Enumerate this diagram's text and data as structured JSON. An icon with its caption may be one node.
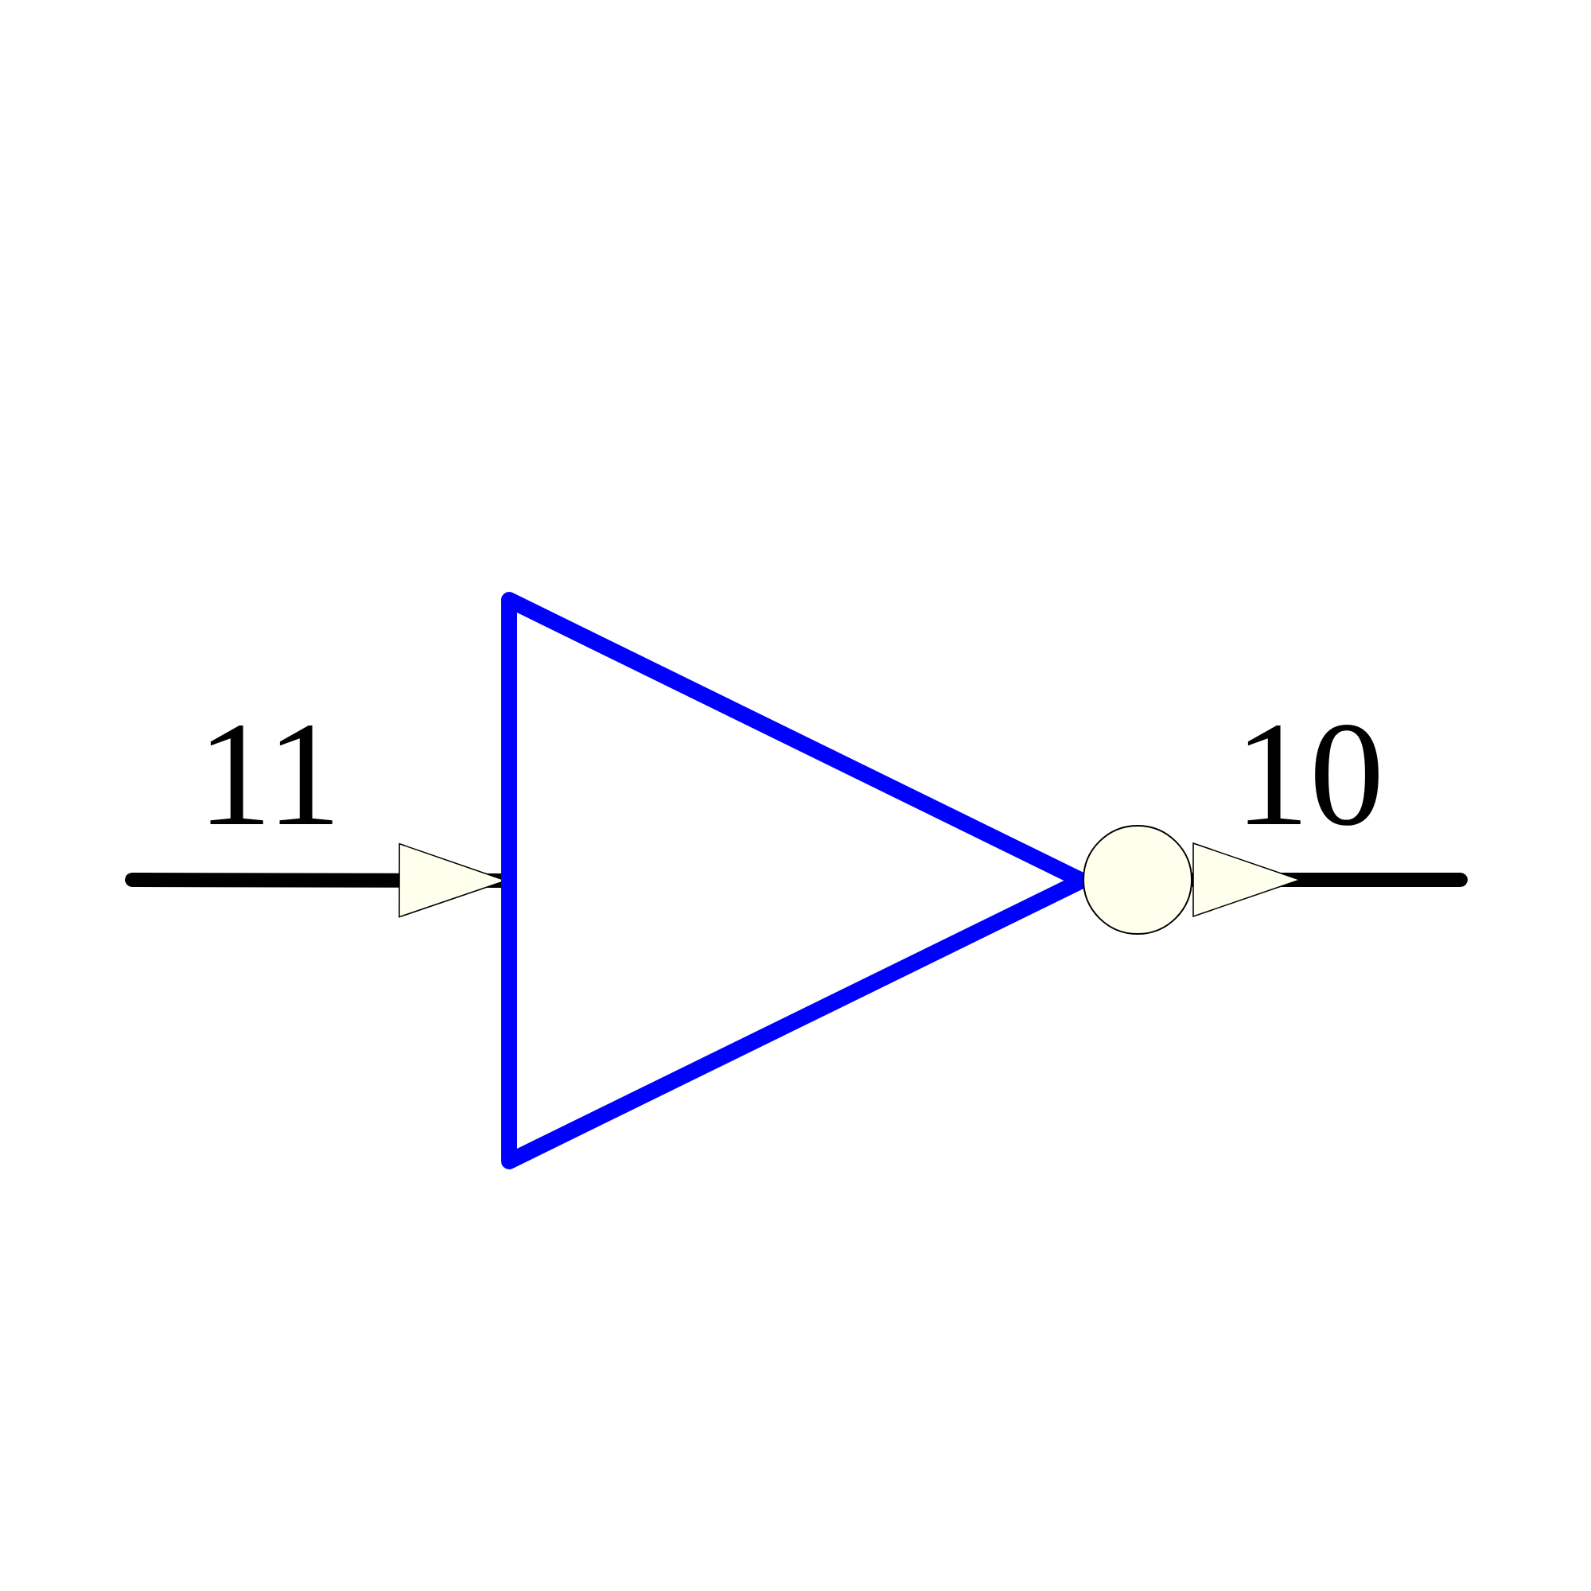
{
  "diagram": {
    "nodes": [
      {
        "text": [],
        "shape": "triangle"
      },
      {
        "text": [],
        "shape": "circle"
      }
    ],
    "edges": [
      {
        "from": null,
        "to": 0,
        "arrow": "to"
      },
      {
        "from": 1,
        "to": null,
        "arrow": "none"
      }
    ],
    "labels": [
      "11",
      "10"
    ]
  }
}
